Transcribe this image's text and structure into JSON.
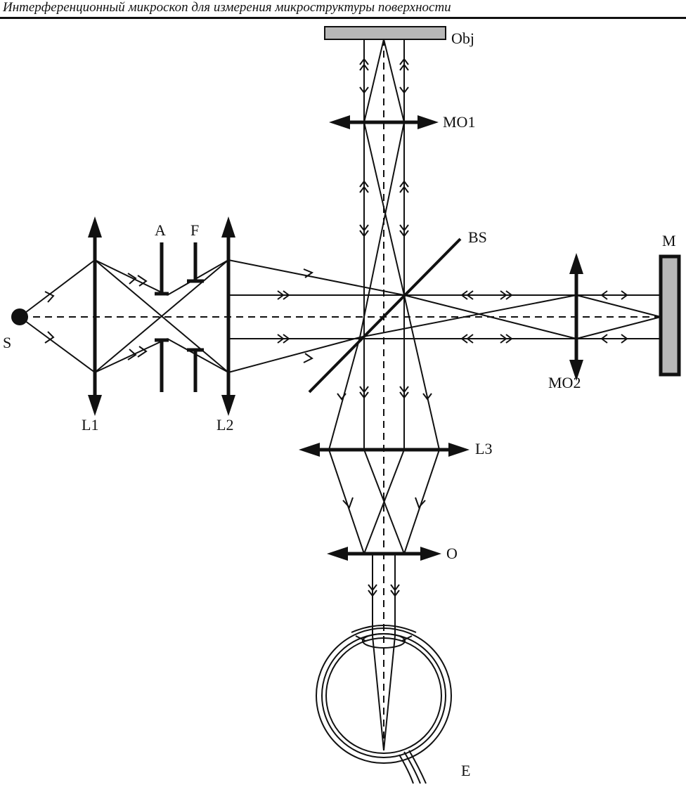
{
  "header": {
    "title": "Интерференционный микроскоп для измерения микроструктуры поверхности"
  },
  "labels": {
    "obj": "Obj",
    "mo1": "MO1",
    "bs": "BS",
    "m": "M",
    "a": "A",
    "f": "F",
    "s": "S",
    "l1": "L1",
    "l2": "L2",
    "mo2": "MO2",
    "l3": "L3",
    "o": "O",
    "e": "E"
  },
  "colors": {
    "ink": "#111111",
    "mirror_fill": "#b8b8b8"
  }
}
